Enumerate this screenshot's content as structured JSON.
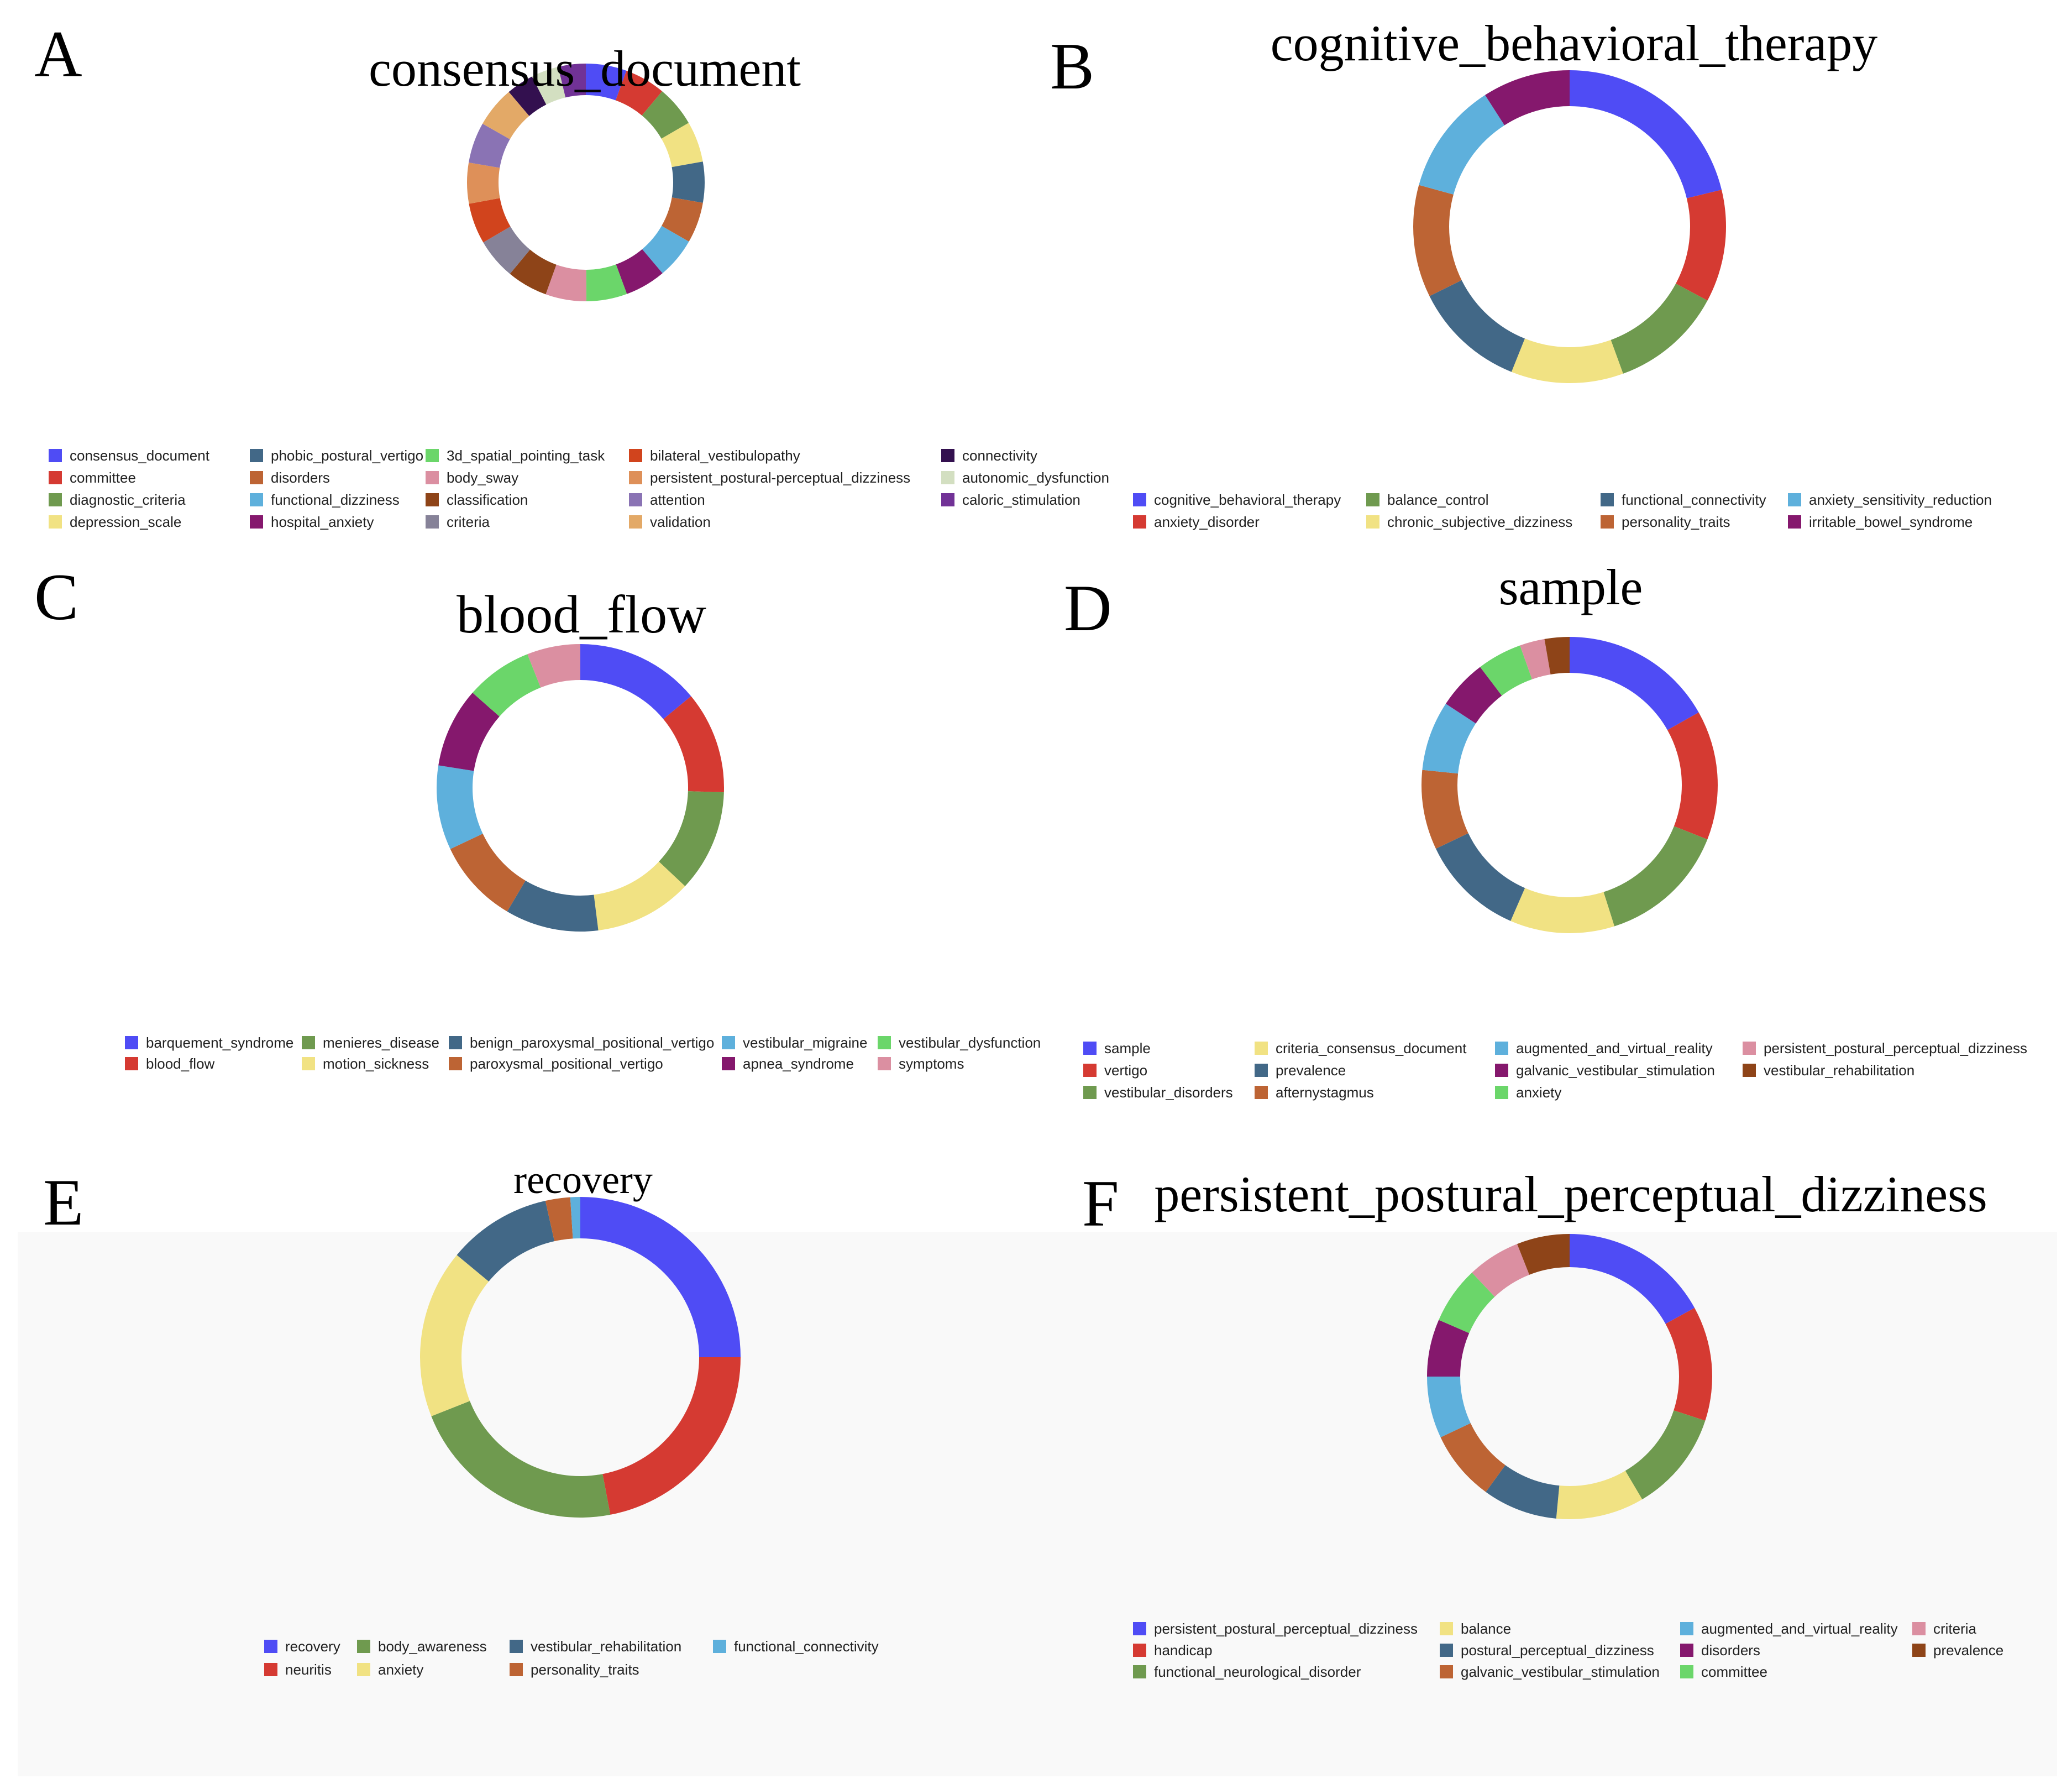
{
  "panel_letters": [
    "A",
    "B",
    "C",
    "D",
    "E",
    "F"
  ],
  "chart_data": [
    {
      "type": "pie",
      "panel": "A",
      "title": "consensus_document",
      "start_angle": 0,
      "series": [
        {
          "name": "consensus_document",
          "value": 4.3,
          "color": "#4f4cf5"
        },
        {
          "name": "committee",
          "value": 4.3,
          "color": "#d53a32"
        },
        {
          "name": "diagnostic_criteria",
          "value": 4.3,
          "color": "#6f9a4f"
        },
        {
          "name": "depression_scale",
          "value": 4.3,
          "color": "#f1e283"
        },
        {
          "name": "phobic_postural_vertigo",
          "value": 4.3,
          "color": "#426887"
        },
        {
          "name": "disorders",
          "value": 4.3,
          "color": "#bd6434"
        },
        {
          "name": "functional_dizziness",
          "value": 4.3,
          "color": "#5eb0dc"
        },
        {
          "name": "hospital_anxiety",
          "value": 4.3,
          "color": "#85186d"
        },
        {
          "name": "3d_spatial_pointing_task",
          "value": 4.3,
          "color": "#6bd66a"
        },
        {
          "name": "body_sway",
          "value": 4.3,
          "color": "#db8fa1"
        },
        {
          "name": "classification",
          "value": 4.3,
          "color": "#8e4418"
        },
        {
          "name": "criteria",
          "value": 4.3,
          "color": "#868298"
        },
        {
          "name": "bilateral_vestibulopathy",
          "value": 4.3,
          "color": "#d1441d"
        },
        {
          "name": "persistent_postural-perceptual_dizziness",
          "value": 4.3,
          "color": "#de9059"
        },
        {
          "name": "attention",
          "value": 4.3,
          "color": "#8a73b4"
        },
        {
          "name": "validation",
          "value": 4.3,
          "color": "#e3a967"
        },
        {
          "name": "connectivity",
          "value": 2.9,
          "color": "#33104f"
        },
        {
          "name": "autonomic_dysfunction",
          "value": 2.9,
          "color": "#d3dfc1"
        },
        {
          "name": "caloric_stimulation",
          "value": 2.9,
          "color": "#713296"
        }
      ]
    },
    {
      "type": "pie",
      "panel": "B",
      "title": "cognitive_behavioral_therapy",
      "start_angle": 0,
      "series": [
        {
          "name": "cognitive_behavioral_therapy",
          "value": 21.0,
          "color": "#4f4cf5"
        },
        {
          "name": "anxiety_disorder",
          "value": 11.5,
          "color": "#d53a32"
        },
        {
          "name": "balance_control",
          "value": 11.5,
          "color": "#6f9a4f"
        },
        {
          "name": "chronic_subjective_dizziness",
          "value": 11.5,
          "color": "#f1e283"
        },
        {
          "name": "functional_connectivity",
          "value": 11.5,
          "color": "#426887"
        },
        {
          "name": "personality_traits",
          "value": 11.5,
          "color": "#bd6434"
        },
        {
          "name": "anxiety_sensitivity_reduction",
          "value": 11.5,
          "color": "#5eb0dc"
        },
        {
          "name": "irritable_bowel_syndrome",
          "value": 9.0,
          "color": "#85186d"
        }
      ]
    },
    {
      "type": "pie",
      "panel": "C",
      "title": "blood_flow",
      "start_angle": 0,
      "series": [
        {
          "name": "barquement_syndrome",
          "value": 14.0,
          "color": "#4f4cf5"
        },
        {
          "name": "blood_flow",
          "value": 11.5,
          "color": "#d53a32"
        },
        {
          "name": "menieres_disease",
          "value": 11.5,
          "color": "#6f9a4f"
        },
        {
          "name": "motion_sickness",
          "value": 11.0,
          "color": "#f1e283"
        },
        {
          "name": "benign_paroxysmal_positional_vertigo",
          "value": 10.5,
          "color": "#426887"
        },
        {
          "name": "paroxysmal_positional_vertigo",
          "value": 9.5,
          "color": "#bd6434"
        },
        {
          "name": "vestibular_migraine",
          "value": 9.5,
          "color": "#5eb0dc"
        },
        {
          "name": "apnea_syndrome",
          "value": 9.0,
          "color": "#85186d"
        },
        {
          "name": "vestibular_dysfunction",
          "value": 7.5,
          "color": "#6bd66a"
        },
        {
          "name": "symptoms",
          "value": 6.0,
          "color": "#db8fa1"
        }
      ]
    },
    {
      "type": "pie",
      "panel": "D",
      "title": "sample",
      "start_angle": 0,
      "series": [
        {
          "name": "sample",
          "value": 15.5,
          "color": "#4f4cf5"
        },
        {
          "name": "vertigo",
          "value": 13.0,
          "color": "#d53a32"
        },
        {
          "name": "vestibular_disorders",
          "value": 13.0,
          "color": "#6f9a4f"
        },
        {
          "name": "criteria_consensus_document",
          "value": 10.5,
          "color": "#f1e283"
        },
        {
          "name": "prevalence",
          "value": 10.5,
          "color": "#426887"
        },
        {
          "name": "afternystagmus",
          "value": 8.0,
          "color": "#bd6434"
        },
        {
          "name": "augmented_and_virtual_reality",
          "value": 7.0,
          "color": "#5eb0dc"
        },
        {
          "name": "galvanic_vestibular_stimulation",
          "value": 5.0,
          "color": "#85186d"
        },
        {
          "name": "anxiety",
          "value": 4.5,
          "color": "#6bd66a"
        },
        {
          "name": "persistent_postural_perceptual_dizziness",
          "value": 2.5,
          "color": "#db8fa1"
        },
        {
          "name": "vestibular_rehabilitation",
          "value": 2.5,
          "color": "#8e4418"
        }
      ]
    },
    {
      "type": "pie",
      "panel": "E",
      "title": "recovery",
      "start_angle": 0,
      "series": [
        {
          "name": "recovery",
          "value": 25.0,
          "color": "#4f4cf5"
        },
        {
          "name": "neuritis",
          "value": 22.0,
          "color": "#d53a32"
        },
        {
          "name": "body_awareness",
          "value": 22.0,
          "color": "#6f9a4f"
        },
        {
          "name": "anxiety",
          "value": 17.0,
          "color": "#f1e283"
        },
        {
          "name": "vestibular_rehabilitation",
          "value": 10.5,
          "color": "#426887"
        },
        {
          "name": "personality_traits",
          "value": 2.5,
          "color": "#bd6434"
        },
        {
          "name": "functional_connectivity",
          "value": 1.0,
          "color": "#5eb0dc"
        }
      ]
    },
    {
      "type": "pie",
      "panel": "F",
      "title": "persistent_postural_perceptual_dizziness",
      "start_angle": 0,
      "series": [
        {
          "name": "persistent_postural_perceptual_dizziness",
          "value": 17.0,
          "color": "#4f4cf5"
        },
        {
          "name": "handicap",
          "value": 13.0,
          "color": "#d53a32"
        },
        {
          "name": "functional_neurological_disorder",
          "value": 11.5,
          "color": "#6f9a4f"
        },
        {
          "name": "balance",
          "value": 10.0,
          "color": "#f1e283"
        },
        {
          "name": "postural_perceptual_dizziness",
          "value": 8.5,
          "color": "#426887"
        },
        {
          "name": "galvanic_vestibular_stimulation",
          "value": 8.0,
          "color": "#bd6434"
        },
        {
          "name": "augmented_and_virtual_reality",
          "value": 7.0,
          "color": "#5eb0dc"
        },
        {
          "name": "disorders",
          "value": 6.5,
          "color": "#85186d"
        },
        {
          "name": "committee",
          "value": 6.5,
          "color": "#6bd66a"
        },
        {
          "name": "criteria",
          "value": 6.0,
          "color": "#db8fa1"
        },
        {
          "name": "prevalence",
          "value": 6.0,
          "color": "#8e4418"
        }
      ]
    }
  ]
}
